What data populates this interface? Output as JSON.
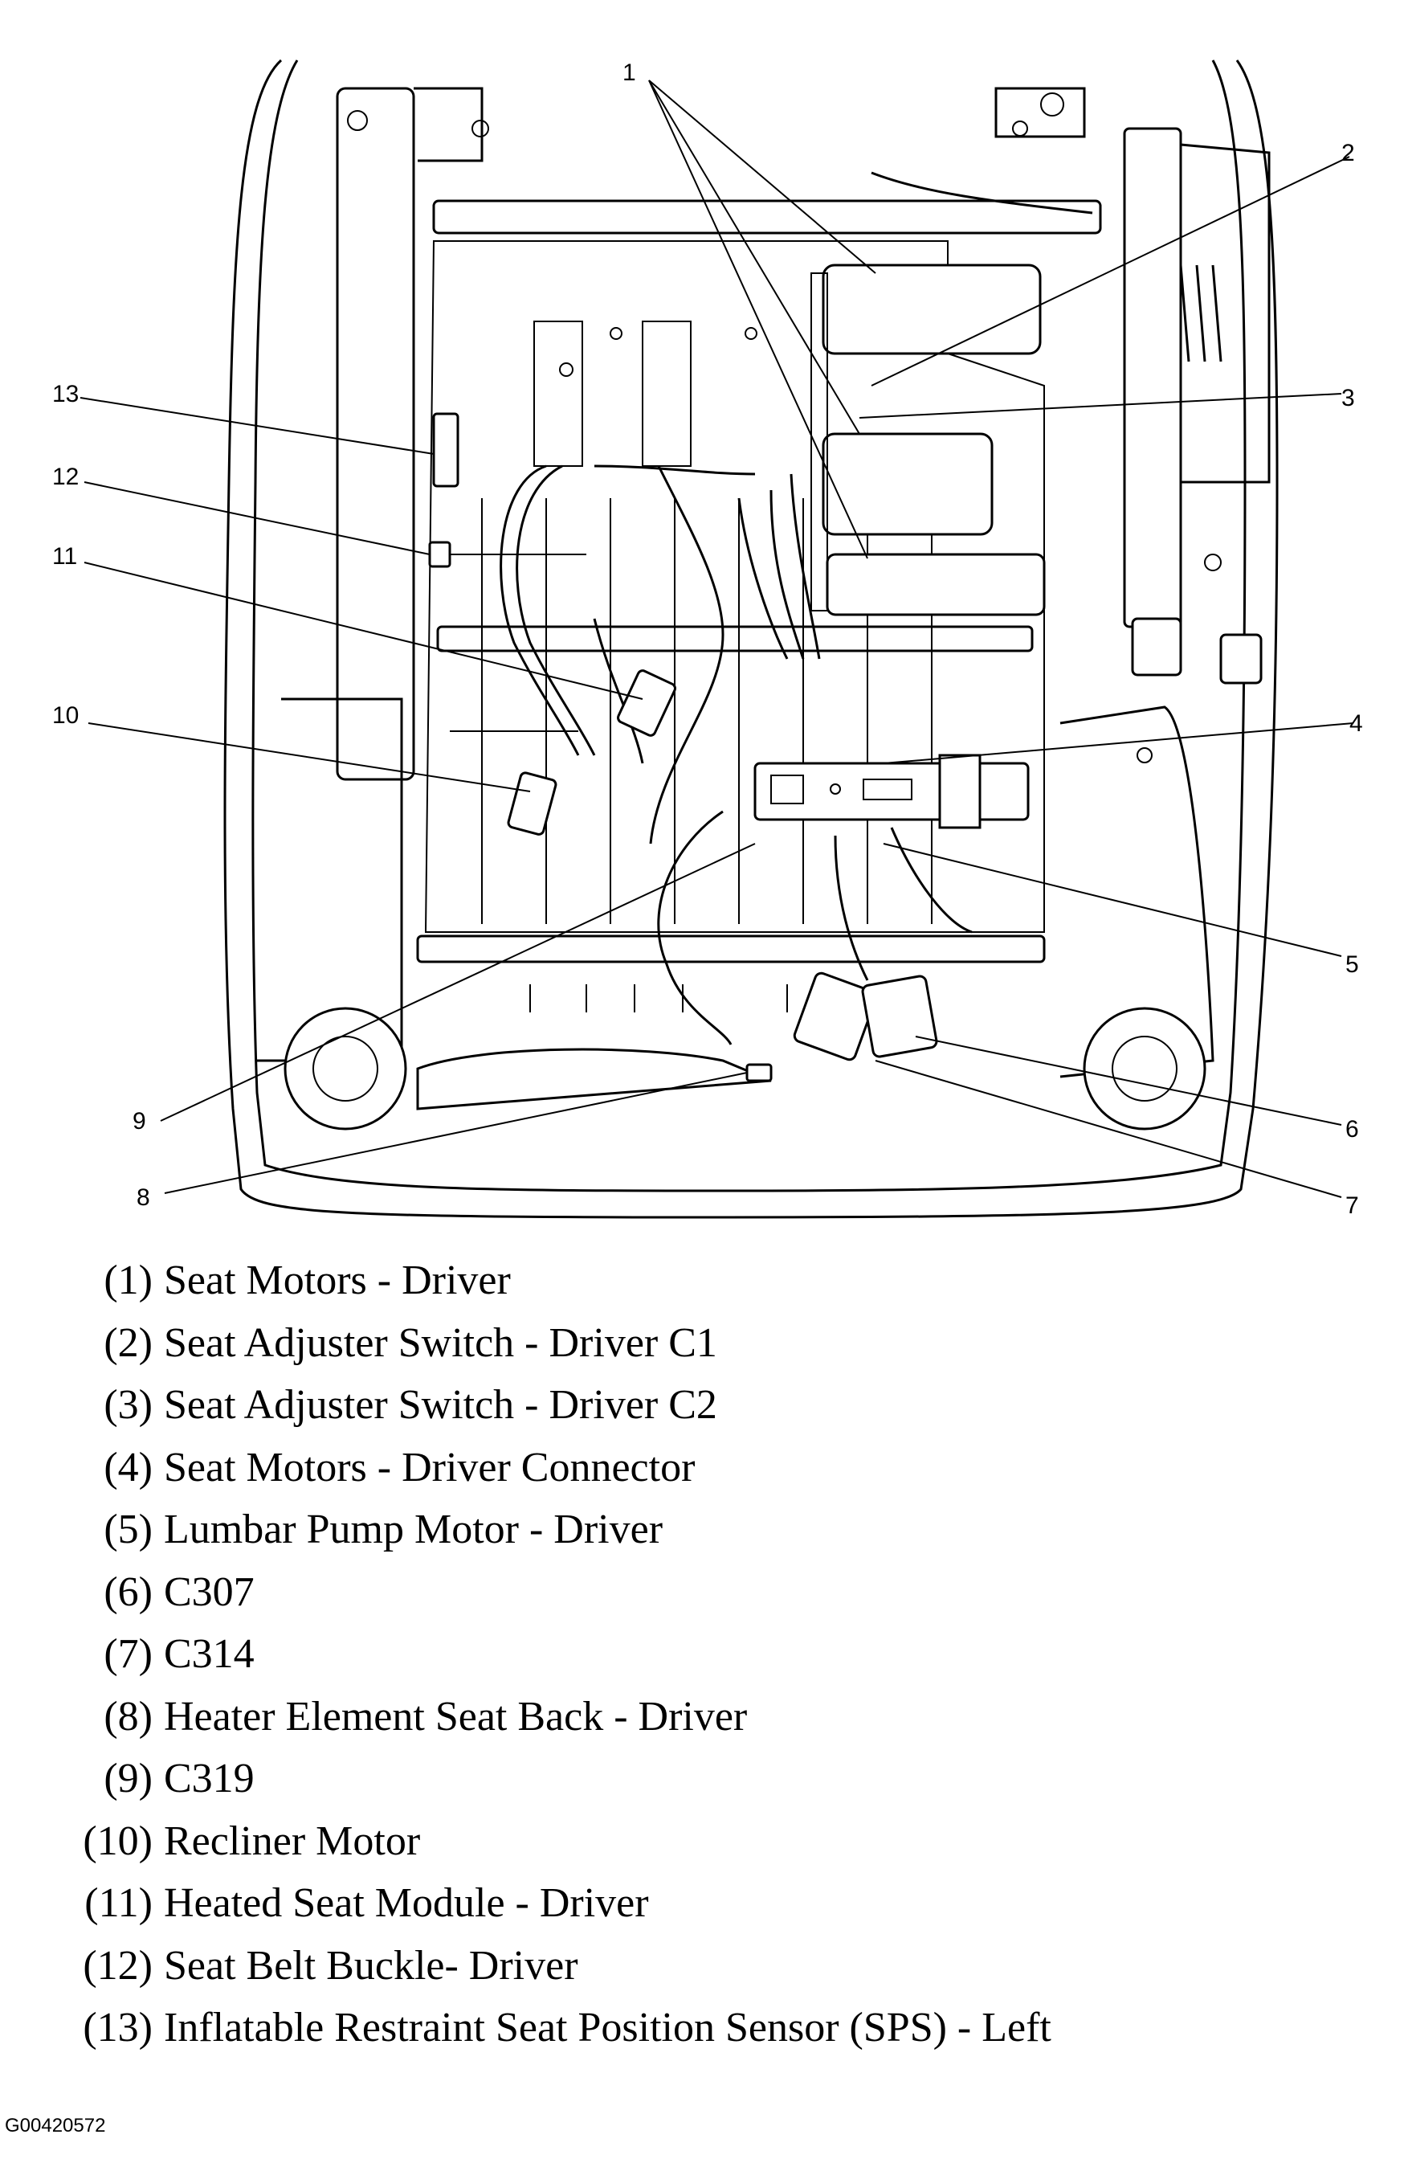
{
  "figure_id": "G00420572",
  "callouts": [
    "1",
    "2",
    "3",
    "4",
    "5",
    "6",
    "7",
    "8",
    "9",
    "10",
    "11",
    "12",
    "13"
  ],
  "legend": [
    {
      "num": "(1)",
      "text": "Seat Motors - Driver"
    },
    {
      "num": "(2)",
      "text": "Seat Adjuster Switch - Driver C1"
    },
    {
      "num": "(3)",
      "text": "Seat Adjuster Switch - Driver C2"
    },
    {
      "num": "(4)",
      "text": "Seat Motors - Driver Connector"
    },
    {
      "num": "(5)",
      "text": "Lumbar Pump Motor - Driver"
    },
    {
      "num": "(6)",
      "text": "C307"
    },
    {
      "num": "(7)",
      "text": "C314"
    },
    {
      "num": "(8)",
      "text": "Heater Element Seat Back - Driver"
    },
    {
      "num": "(9)",
      "text": "C319"
    },
    {
      "num": "(10)",
      "text": "Recliner Motor"
    },
    {
      "num": "(11)",
      "text": "Heated Seat Module - Driver"
    },
    {
      "num": "(12)",
      "text": "Seat Belt Buckle- Driver"
    },
    {
      "num": "(13)",
      "text": "Inflatable Restraint Seat Position Sensor (SPS) - Left"
    }
  ]
}
